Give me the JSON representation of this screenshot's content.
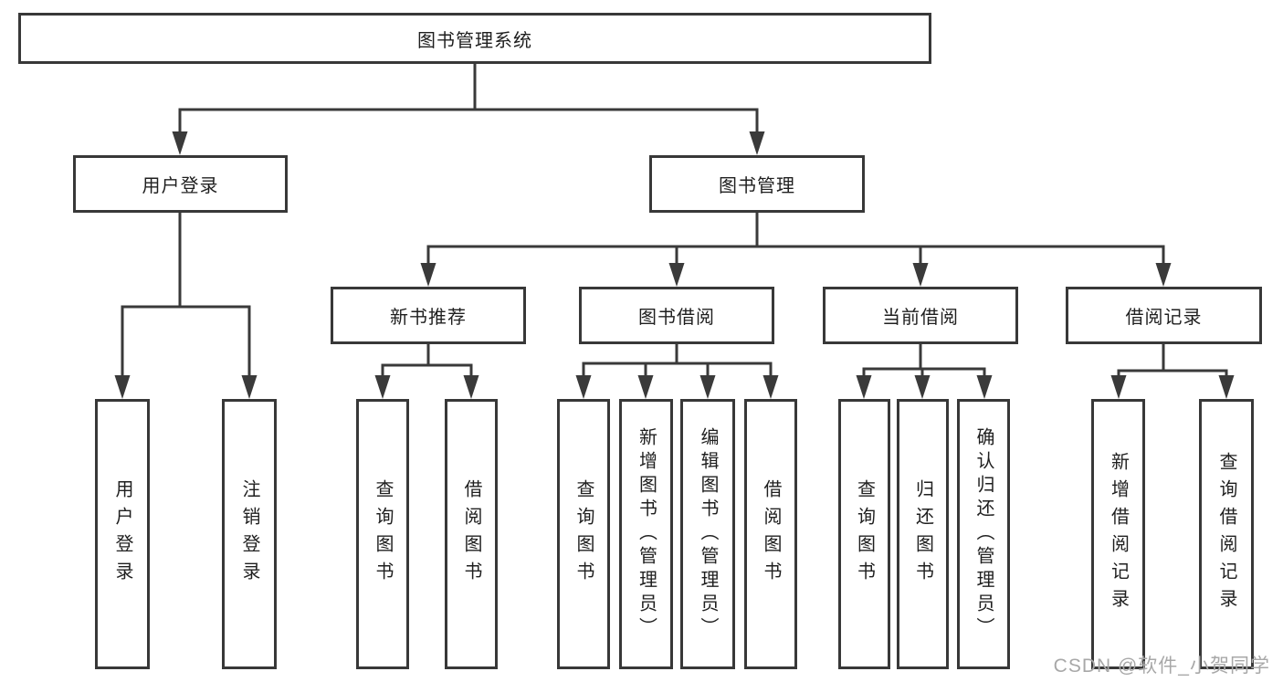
{
  "title": "图书管理系统",
  "nodes": {
    "user_login": "用户登录",
    "book_management": "图书管理",
    "new_book_recommendation": "新书推荐",
    "book_borrowing": "图书借阅",
    "current_borrowing": "当前借阅",
    "borrowing_records": "借阅记录"
  },
  "leaves": {
    "user_login": [
      "用户登录",
      "注销登录"
    ],
    "new_book_recommendation": [
      "查询图书",
      "借阅图书"
    ],
    "book_borrowing": [
      "查询图书",
      "新增图书（管理员）",
      "编辑图书（管理员）",
      "借阅图书"
    ],
    "current_borrowing": [
      "查询图书",
      "归还图书",
      "确认归还（管理员）"
    ],
    "borrowing_records": [
      "新增借阅记录",
      "查询借阅记录"
    ]
  },
  "watermark": "CSDN @软件_小贺同学",
  "colors": {
    "line": "#3a3a3a",
    "text": "#1f1f1f",
    "watermark": "#a8a8a8"
  }
}
